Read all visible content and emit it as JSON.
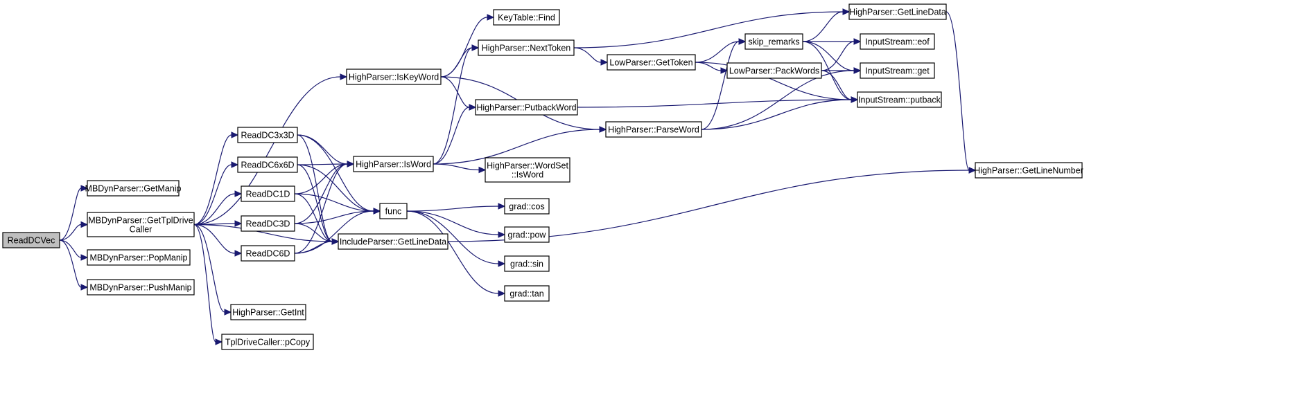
{
  "graph": {
    "colors": {
      "edge": "#191970",
      "root_fill": "#bfbfbf",
      "node_fill": "#ffffff",
      "node_border": "#000000"
    },
    "nodes": [
      {
        "id": "readdcvec",
        "lines": [
          "ReadDCVec"
        ],
        "root": true
      },
      {
        "id": "getmanip",
        "lines": [
          "MBDynParser::GetManip"
        ]
      },
      {
        "id": "gettpldrivecaller",
        "lines": [
          "MBDynParser::GetTplDrive",
          "Caller"
        ]
      },
      {
        "id": "popmanip",
        "lines": [
          "MBDynParser::PopManip"
        ]
      },
      {
        "id": "pushmanip",
        "lines": [
          "MBDynParser::PushManip"
        ]
      },
      {
        "id": "readdc3x3d",
        "lines": [
          "ReadDC3x3D"
        ]
      },
      {
        "id": "readdc6x6d",
        "lines": [
          "ReadDC6x6D"
        ]
      },
      {
        "id": "readdc1d",
        "lines": [
          "ReadDC1D"
        ]
      },
      {
        "id": "readdc3d",
        "lines": [
          "ReadDC3D"
        ]
      },
      {
        "id": "readdc6d",
        "lines": [
          "ReadDC6D"
        ]
      },
      {
        "id": "getint",
        "lines": [
          "HighParser::GetInt"
        ]
      },
      {
        "id": "pcopy",
        "lines": [
          "TplDriveCaller::pCopy"
        ]
      },
      {
        "id": "iskeyword",
        "lines": [
          "HighParser::IsKeyWord"
        ]
      },
      {
        "id": "isword",
        "lines": [
          "HighParser::IsWord"
        ]
      },
      {
        "id": "func",
        "lines": [
          "func"
        ]
      },
      {
        "id": "incgetlinedata",
        "lines": [
          "IncludeParser::GetLineData"
        ]
      },
      {
        "id": "find",
        "lines": [
          "KeyTable::Find"
        ]
      },
      {
        "id": "nexttoken",
        "lines": [
          "HighParser::NextToken"
        ]
      },
      {
        "id": "putbackword",
        "lines": [
          "HighParser::PutbackWord"
        ]
      },
      {
        "id": "wordsetisword",
        "lines": [
          "HighParser::WordSet",
          "::IsWord"
        ]
      },
      {
        "id": "gradcos",
        "lines": [
          "grad::cos"
        ]
      },
      {
        "id": "gradpow",
        "lines": [
          "grad::pow"
        ]
      },
      {
        "id": "gradsin",
        "lines": [
          "grad::sin"
        ]
      },
      {
        "id": "gradtan",
        "lines": [
          "grad::tan"
        ]
      },
      {
        "id": "gettoken",
        "lines": [
          "LowParser::GetToken"
        ]
      },
      {
        "id": "parseword",
        "lines": [
          "HighParser::ParseWord"
        ]
      },
      {
        "id": "skipremarks",
        "lines": [
          "skip_remarks"
        ]
      },
      {
        "id": "packwords",
        "lines": [
          "LowParser::PackWords"
        ]
      },
      {
        "id": "hpgetlinedata",
        "lines": [
          "HighParser::GetLineData"
        ]
      },
      {
        "id": "eof",
        "lines": [
          "InputStream::eof"
        ]
      },
      {
        "id": "get",
        "lines": [
          "InputStream::get"
        ]
      },
      {
        "id": "putback",
        "lines": [
          "InputStream::putback"
        ]
      },
      {
        "id": "getlinenumber",
        "lines": [
          "HighParser::GetLineNumber"
        ]
      }
    ],
    "edges": [
      [
        "readdcvec",
        "getmanip"
      ],
      [
        "readdcvec",
        "gettpldrivecaller"
      ],
      [
        "readdcvec",
        "popmanip"
      ],
      [
        "readdcvec",
        "pushmanip"
      ],
      [
        "gettpldrivecaller",
        "iskeyword"
      ],
      [
        "gettpldrivecaller",
        "readdc3x3d"
      ],
      [
        "gettpldrivecaller",
        "readdc6x6d"
      ],
      [
        "gettpldrivecaller",
        "readdc1d"
      ],
      [
        "gettpldrivecaller",
        "readdc3d"
      ],
      [
        "gettpldrivecaller",
        "readdc6d"
      ],
      [
        "gettpldrivecaller",
        "incgetlinedata"
      ],
      [
        "gettpldrivecaller",
        "getint"
      ],
      [
        "gettpldrivecaller",
        "pcopy"
      ],
      [
        "readdc3x3d",
        "isword"
      ],
      [
        "readdc3x3d",
        "func"
      ],
      [
        "readdc3x3d",
        "incgetlinedata"
      ],
      [
        "readdc6x6d",
        "isword"
      ],
      [
        "readdc6x6d",
        "func"
      ],
      [
        "readdc6x6d",
        "incgetlinedata"
      ],
      [
        "readdc1d",
        "isword"
      ],
      [
        "readdc1d",
        "func"
      ],
      [
        "readdc1d",
        "incgetlinedata"
      ],
      [
        "readdc3d",
        "isword"
      ],
      [
        "readdc3d",
        "func"
      ],
      [
        "readdc3d",
        "incgetlinedata"
      ],
      [
        "readdc6d",
        "isword"
      ],
      [
        "readdc6d",
        "func"
      ],
      [
        "readdc6d",
        "incgetlinedata"
      ],
      [
        "iskeyword",
        "find"
      ],
      [
        "iskeyword",
        "nexttoken"
      ],
      [
        "iskeyword",
        "putbackword"
      ],
      [
        "iskeyword",
        "parseword"
      ],
      [
        "isword",
        "nexttoken"
      ],
      [
        "isword",
        "putbackword"
      ],
      [
        "isword",
        "parseword"
      ],
      [
        "isword",
        "wordsetisword"
      ],
      [
        "func",
        "gradcos"
      ],
      [
        "func",
        "gradpow"
      ],
      [
        "func",
        "gradsin"
      ],
      [
        "func",
        "gradtan"
      ],
      [
        "incgetlinedata",
        "getlinenumber"
      ],
      [
        "nexttoken",
        "gettoken"
      ],
      [
        "nexttoken",
        "hpgetlinedata"
      ],
      [
        "putbackword",
        "putback"
      ],
      [
        "gettoken",
        "skipremarks"
      ],
      [
        "gettoken",
        "packwords"
      ],
      [
        "gettoken",
        "putback"
      ],
      [
        "parseword",
        "skipremarks"
      ],
      [
        "parseword",
        "get"
      ],
      [
        "parseword",
        "putback"
      ],
      [
        "skipremarks",
        "hpgetlinedata"
      ],
      [
        "skipremarks",
        "eof"
      ],
      [
        "skipremarks",
        "get"
      ],
      [
        "skipremarks",
        "putback"
      ],
      [
        "packwords",
        "eof"
      ],
      [
        "packwords",
        "get"
      ],
      [
        "packwords",
        "putback"
      ],
      [
        "hpgetlinedata",
        "getlinenumber"
      ]
    ]
  }
}
